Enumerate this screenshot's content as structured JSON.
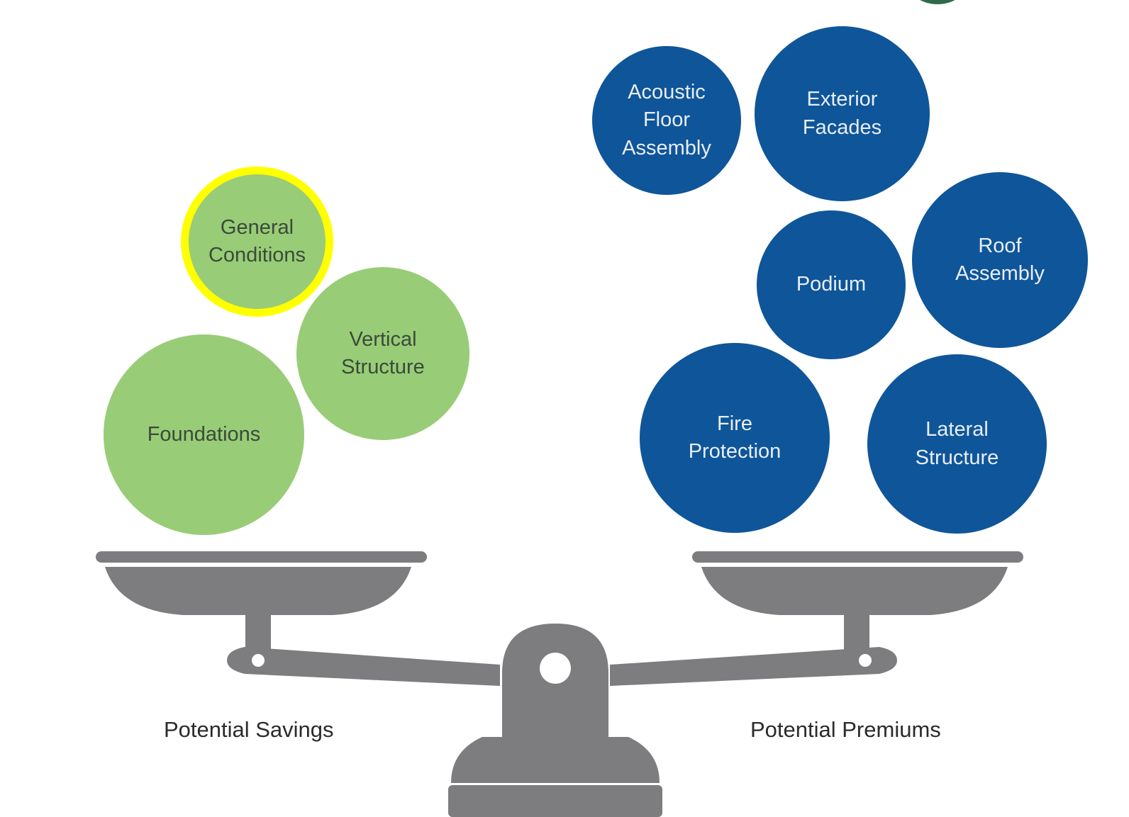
{
  "diagram": {
    "colors": {
      "savings": "#99cc77",
      "premiums": "#0f5599",
      "scale": "#7d7d80",
      "highlight": "#ffff00"
    },
    "savings": {
      "caption": "Potential Savings",
      "items": [
        {
          "label": "General\nConditions",
          "selected": true
        },
        {
          "label": "Vertical\nStructure"
        },
        {
          "label": "Foundations"
        }
      ]
    },
    "premiums": {
      "caption": "Potential Premiums",
      "items": [
        {
          "label": "Acoustic\nFloor\nAssembly"
        },
        {
          "label": "Exterior\nFacades"
        },
        {
          "label": "Podium"
        },
        {
          "label": "Roof\nAssembly"
        },
        {
          "label": "Fire\nProtection"
        },
        {
          "label": "Lateral\nStructure"
        }
      ]
    }
  }
}
